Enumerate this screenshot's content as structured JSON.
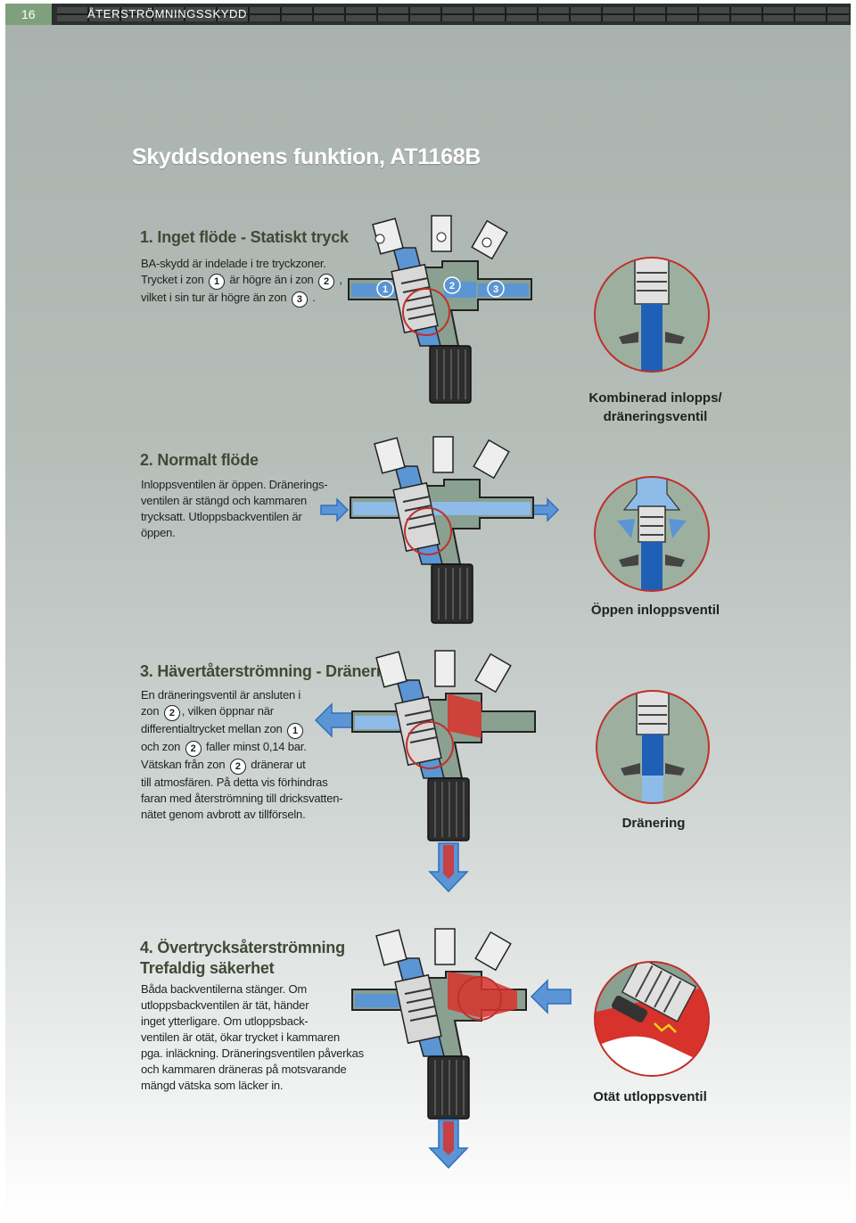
{
  "header": {
    "page_number": "16",
    "title": "ÅTERSTRÖMNINGSSKYDD"
  },
  "main_title": "Skyddsdonens funktion, AT1168B",
  "sections": [
    {
      "heading": "1. Inget flöde - Statiskt tryck",
      "lines": [
        [
          "BA-skydd är indelade i tre tryckzoner."
        ],
        [
          "Trycket i zon ",
          "1",
          " är högre än i zon ",
          "2",
          " ,"
        ],
        [
          "vilket i sin tur är högre än zon ",
          "3",
          " ."
        ]
      ],
      "zone_labels": [
        "1",
        "2",
        "3"
      ],
      "caption": [
        "Kombinerad inlopps/",
        "dräneringsventil"
      ]
    },
    {
      "heading": "2. Normalt flöde",
      "lines": [
        [
          "Inloppsventilen är öppen. Dränerings-"
        ],
        [
          "ventilen är stängd och kammaren"
        ],
        [
          "trycksatt. Utloppsbackventilen är"
        ],
        [
          "öppen."
        ]
      ],
      "caption": [
        "Öppen inloppsventil"
      ]
    },
    {
      "heading": "3. Hävertåterströmning - Dränering",
      "lines": [
        [
          "En dräneringsventil är ansluten i"
        ],
        [
          "zon ",
          "2",
          ", vilken öppnar när"
        ],
        [
          "differentialtrycket mellan zon ",
          "1"
        ],
        [
          "och zon ",
          "2",
          " faller minst 0,14 bar."
        ],
        [
          "Vätskan från zon ",
          "2",
          " dränerar ut"
        ],
        [
          "till atmosfären. På detta vis förhindras"
        ],
        [
          "faran med återströmning till dricksvatten-"
        ],
        [
          "nätet genom avbrott av tillförseln."
        ]
      ],
      "caption": [
        "Dränering"
      ]
    },
    {
      "heading": "4. Övertrycksåterströmning",
      "subheading": "Trefaldig säkerhet",
      "lines": [
        [
          "Båda backventilerna stänger. Om"
        ],
        [
          "utloppsbackventilen är tät, händer"
        ],
        [
          "inget ytterligare. Om utloppsback-"
        ],
        [
          "ventilen är otät, ökar trycket i kammaren"
        ],
        [
          "pga. inläckning. Dräneringsventilen påverkas"
        ],
        [
          "och kammaren dräneras på motsvarande"
        ],
        [
          "mängd vätska som läcker in."
        ]
      ],
      "caption": [
        "Otät utloppsventil"
      ]
    }
  ],
  "colors": {
    "header_bar": "#2b2e2c",
    "page_badge": "#7fa07c",
    "heading": "#3f4a36",
    "water_blue": "#2f6fc0",
    "flow_blue": "#5b95d4",
    "drain_red": "#d8322c",
    "valve_green": "#8aa091",
    "detail_bg": "#9db09f"
  },
  "icons": [
    "valve-body-icon",
    "flow-arrow-icon",
    "drain-arrow-icon",
    "detail-magnifier-icon"
  ]
}
